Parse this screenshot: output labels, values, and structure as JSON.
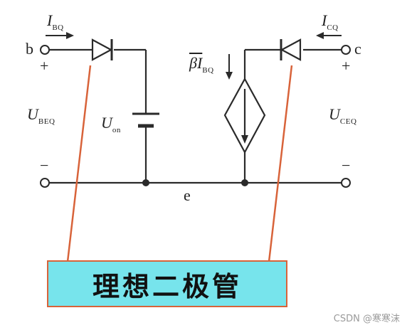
{
  "labels": {
    "i_bq": {
      "sym": "I",
      "sub": "BQ"
    },
    "i_cq": {
      "sym": "I",
      "sub": "CQ"
    },
    "node_b": "b",
    "node_c": "c",
    "node_e": "e",
    "plus": "+",
    "minus": "−",
    "u_beq": {
      "sym": "U",
      "sub": "BEQ"
    },
    "u_on": {
      "sym": "U",
      "sub": "on"
    },
    "beta_i_bq": {
      "sym": "βI",
      "sub": "BQ"
    },
    "u_ceq": {
      "sym": "U",
      "sub": "CEQ"
    }
  },
  "callout": {
    "text": "理想二极管"
  },
  "watermark": "CSDN @寒寒沫",
  "colors": {
    "wire": "#2a2a2a",
    "callout_bg": "#77e4ec",
    "callout_border": "#d8633a",
    "pointer": "#d8633a"
  }
}
